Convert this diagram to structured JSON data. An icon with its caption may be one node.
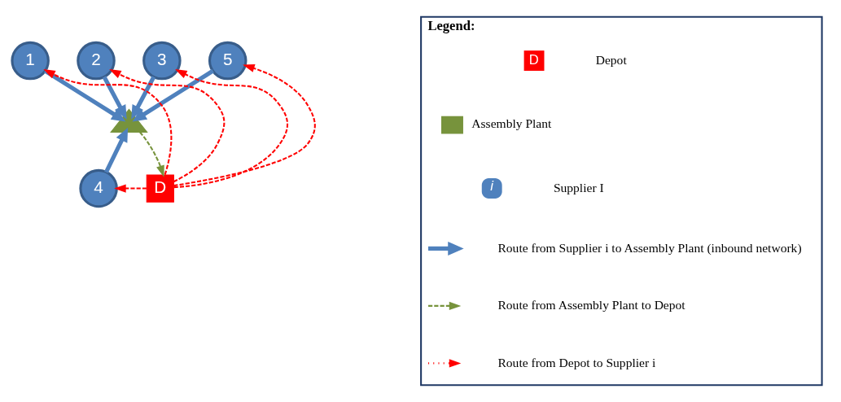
{
  "diagram": {
    "nodes": [
      {
        "text": [
          "1"
        ]
      },
      {
        "text": [
          "2"
        ]
      },
      {
        "text": [
          "3"
        ]
      },
      {
        "text": [
          "4"
        ]
      },
      {
        "text": [
          "5"
        ]
      },
      {
        "text": [],
        "shape": "triangle"
      },
      {
        "text": [
          "D"
        ]
      },
      {
        "text": [
          "Legend:"
        ]
      }
    ],
    "edges": [
      {
        "from": 0,
        "to": 5,
        "arrow": "to",
        "style": "thick",
        "color": "#4f81bd"
      },
      {
        "from": 1,
        "to": 5,
        "arrow": "to",
        "style": "thick",
        "color": "#4f81bd"
      },
      {
        "from": 2,
        "to": 5,
        "arrow": "to",
        "style": "thick",
        "color": "#4f81bd"
      },
      {
        "from": 4,
        "to": 5,
        "arrow": "to",
        "style": "thick",
        "color": "#4f81bd"
      },
      {
        "from": 3,
        "to": 5,
        "arrow": "to",
        "style": "thick",
        "color": "#4f81bd"
      },
      {
        "from": 5,
        "to": 6,
        "arrow": "to",
        "style": "dashed",
        "color": "#77933c"
      },
      {
        "from": 6,
        "to": 0,
        "arrow": "to",
        "style": "dashed",
        "color": "#ff0000"
      },
      {
        "from": 6,
        "to": 1,
        "arrow": "to",
        "style": "dashed",
        "color": "#ff0000"
      },
      {
        "from": 6,
        "to": 2,
        "arrow": "to",
        "style": "dashed",
        "color": "#ff0000"
      },
      {
        "from": 6,
        "to": 4,
        "arrow": "to",
        "style": "dashed",
        "color": "#ff0000"
      },
      {
        "from": 6,
        "to": 3,
        "arrow": "to",
        "style": "dashed",
        "color": "#ff0000"
      }
    ],
    "labels": [
      "D",
      "i"
    ],
    "legend": [
      {
        "text": "Depot"
      },
      {
        "text": "Assembly Plant",
        "color": "#77933c"
      },
      {
        "text": "Supplier I"
      },
      {
        "text": "Route from Supplier i to Assembly Plant (inbound network)"
      },
      {
        "text": "Route from Assembly Plant to Depot"
      },
      {
        "text": "Route from Depot to Supplier i"
      }
    ]
  }
}
